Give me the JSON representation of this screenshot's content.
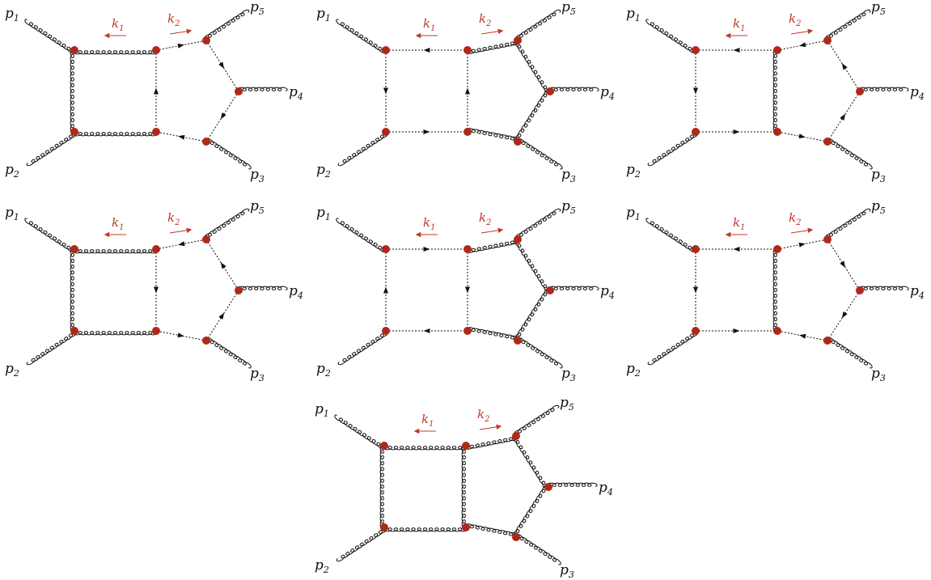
{
  "colors": {
    "vertex": "#b0281a",
    "line": "#111111",
    "momentum": "#c0392b"
  },
  "labels": {
    "p1": {
      "base": "p",
      "sub": "1"
    },
    "p2": {
      "base": "p",
      "sub": "2"
    },
    "p3": {
      "base": "p",
      "sub": "3"
    },
    "p4": {
      "base": "p",
      "sub": "4"
    },
    "p5": {
      "base": "p",
      "sub": "5"
    },
    "k1": {
      "base": "k",
      "sub": "1"
    },
    "k2": {
      "base": "k",
      "sub": "2"
    }
  },
  "diagrams": [
    {
      "id": "row1-left",
      "left_box": "gluon",
      "middle_rung": "ghost-up",
      "right_pentagon": "ghost",
      "loop_ghost_dir": "rightward-out",
      "pentagon_ghost_dir": "cw"
    },
    {
      "id": "row1-middle",
      "left_box": "ghost",
      "middle_rung": "ghost-up",
      "right_pentagon": "gluon",
      "loop_ghost_dir": "counter",
      "pentagon_ghost_dir": "none"
    },
    {
      "id": "row1-right",
      "left_box": "ghost",
      "middle_rung": "gluon",
      "right_pentagon": "ghost",
      "loop_ghost_dir": "ccw",
      "pentagon_ghost_dir": "ccw"
    },
    {
      "id": "row2-left",
      "left_box": "gluon",
      "middle_rung": "ghost-down",
      "right_pentagon": "ghost",
      "loop_ghost_dir": "rightward-in",
      "pentagon_ghost_dir": "ccw"
    },
    {
      "id": "row2-middle",
      "left_box": "ghost",
      "middle_rung": "ghost-down",
      "right_pentagon": "gluon",
      "loop_ghost_dir": "clockwise",
      "pentagon_ghost_dir": "none"
    },
    {
      "id": "row2-right",
      "left_box": "ghost",
      "middle_rung": "gluon",
      "right_pentagon": "ghost",
      "loop_ghost_dir": "cw",
      "pentagon_ghost_dir": "cw"
    },
    {
      "id": "row3-center",
      "left_box": "gluon",
      "middle_rung": "gluon",
      "right_pentagon": "gluon",
      "loop_ghost_dir": "none",
      "pentagon_ghost_dir": "none"
    }
  ]
}
